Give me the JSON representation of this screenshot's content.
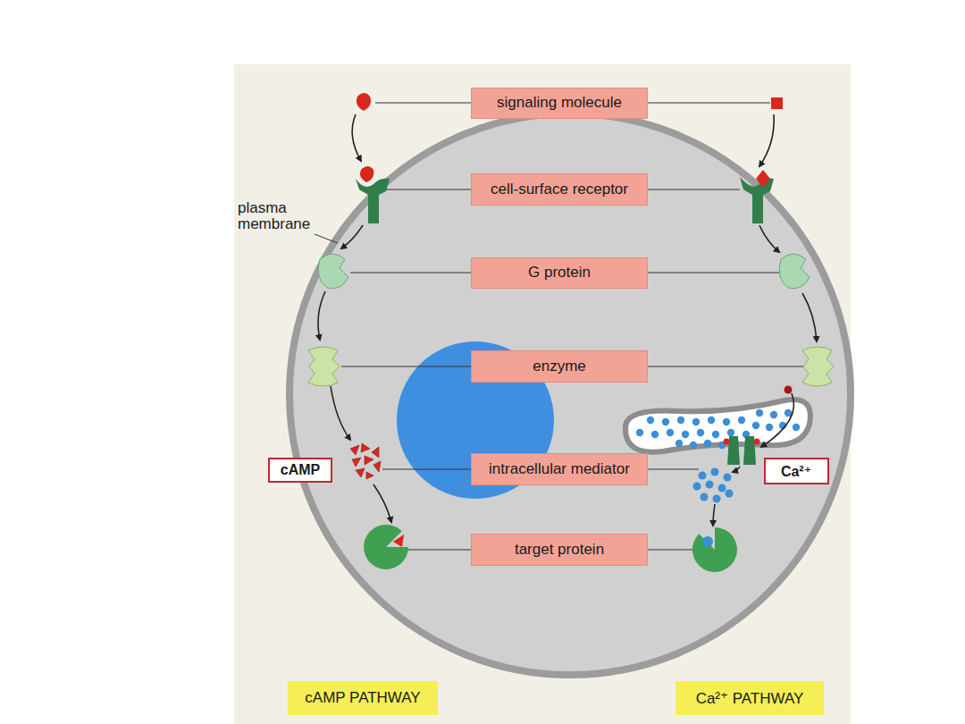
{
  "diagram": {
    "nodes": [
      {
        "text": [
          "signaling molecule"
        ]
      },
      {
        "text": [
          "cell-surface receptor"
        ]
      },
      {
        "text": [
          "G protein"
        ]
      },
      {
        "text": [
          "enzyme"
        ]
      },
      {
        "text": [
          "cAMP"
        ]
      },
      {
        "text": [
          "intracellular mediator"
        ]
      },
      {
        "text": [
          "Ca²⁺"
        ]
      },
      {
        "text": [
          "target protein"
        ]
      },
      {
        "text": [
          "cAMP PATHWAY"
        ]
      },
      {
        "text": [
          "Ca²⁺ PATHWAY"
        ]
      }
    ],
    "labels": [
      "plasma membrane"
    ]
  }
}
